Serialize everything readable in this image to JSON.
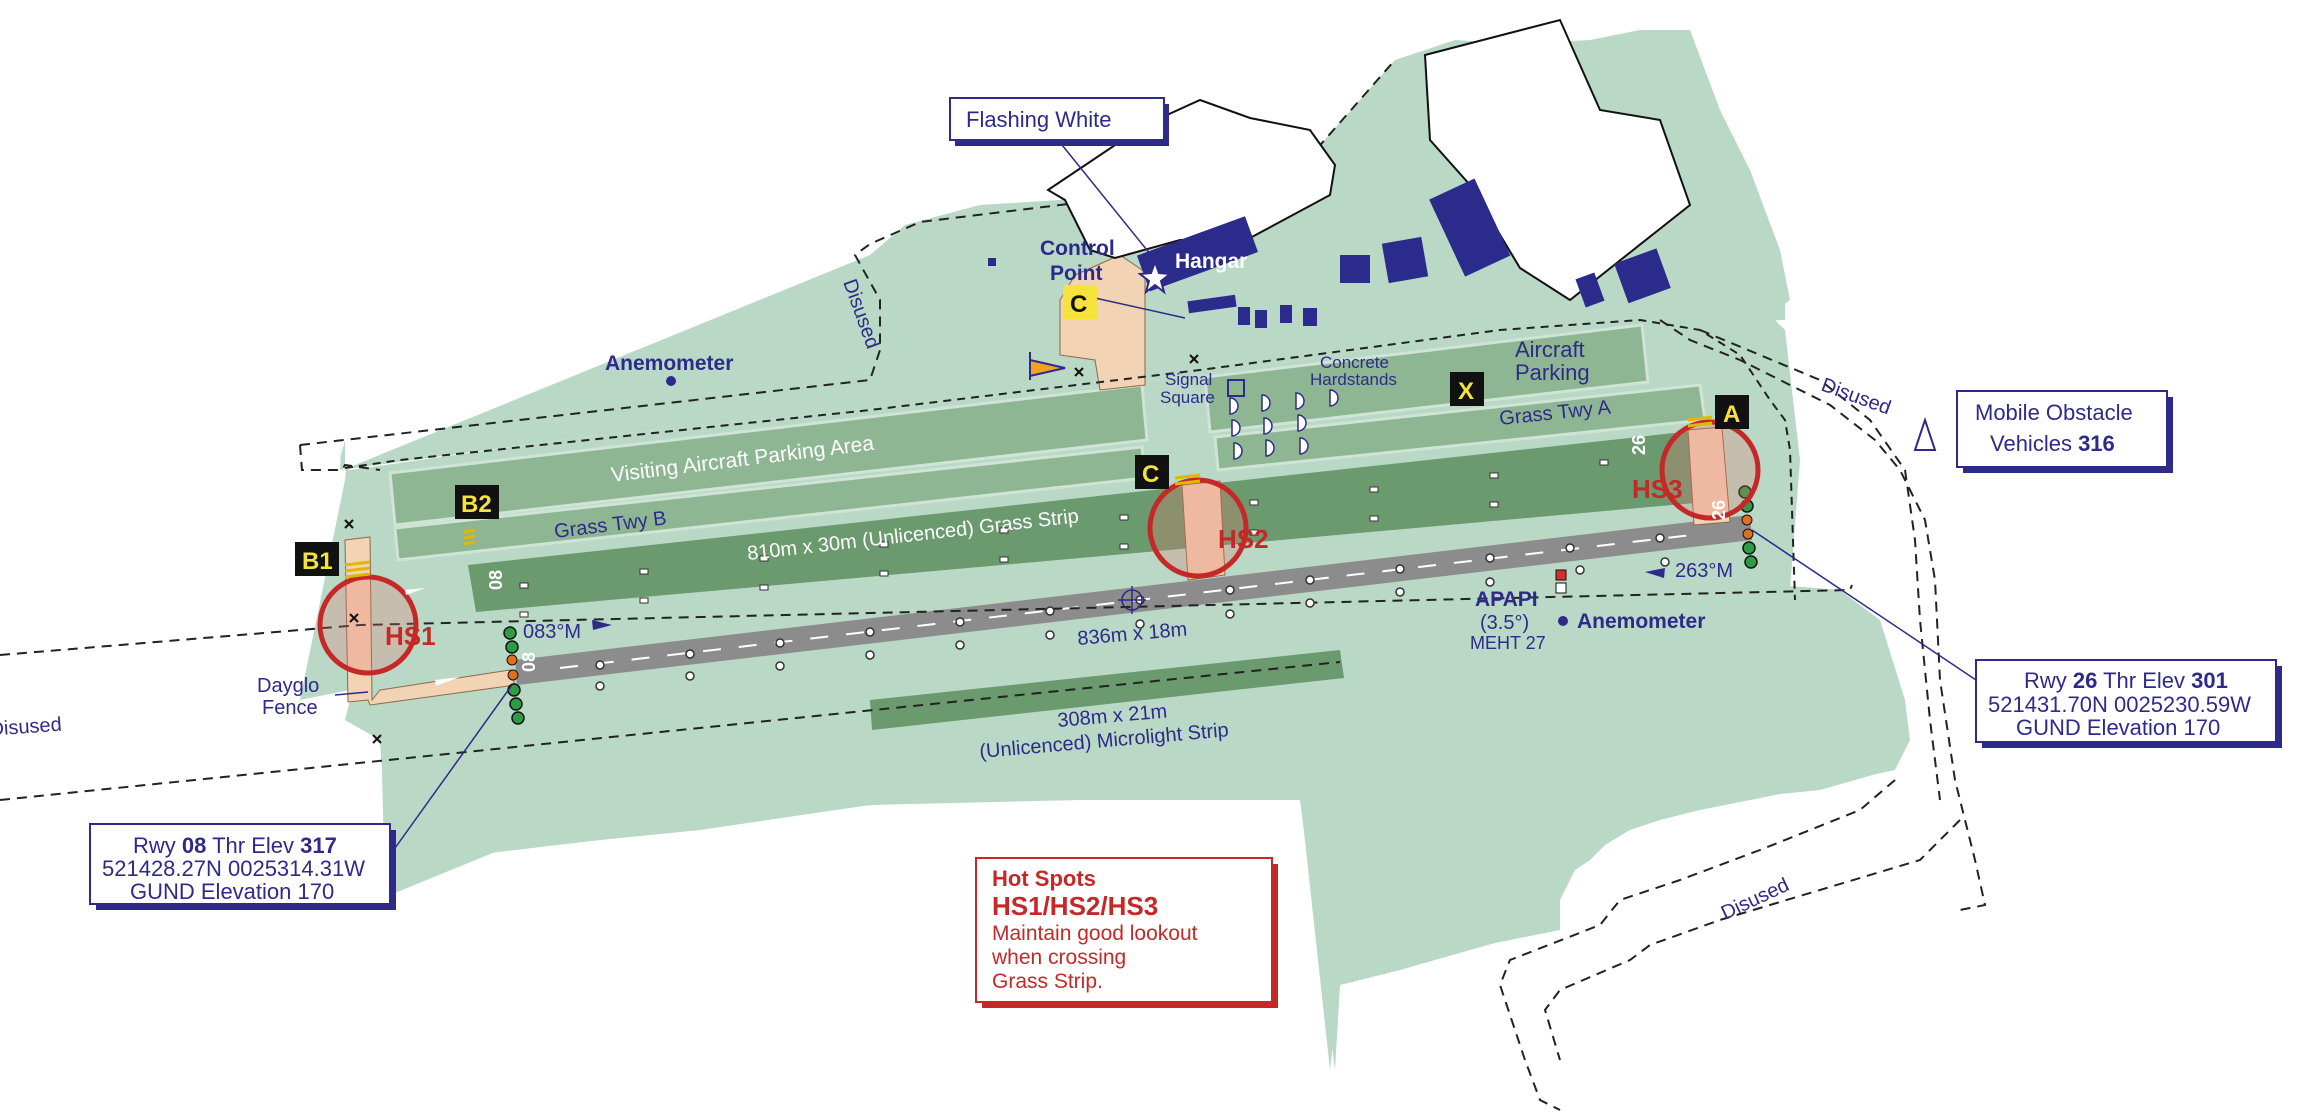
{
  "labels": {
    "flashing_white": "Flashing White",
    "control_point_1": "Control",
    "control_point_2": "Point",
    "hangar": "Hangar",
    "disused_nw": "Disused",
    "disused_ne": "Disused",
    "disused_w": "Disused",
    "disused_se": "Disused",
    "anemometer_north": "Anemometer",
    "anemometer_south": "Anemometer",
    "signal_square_1": "Signal",
    "signal_square_2": "Square",
    "concrete_hardstands_1": "Concrete",
    "concrete_hardstands_2": "Hardstands",
    "aircraft_parking_1": "Aircraft",
    "aircraft_parking_2": "Parking",
    "visiting_parking": "Visiting Aircraft Parking Area",
    "grass_twy_a": "Grass Twy A",
    "grass_twy_b": "Grass Twy B",
    "grass_strip": "810m x 30m (Unlicenced) Grass Strip",
    "runway_dims": "836m x 18m",
    "microlight_1": "308m x 21m",
    "microlight_2": "(Unlicenced) Microlight Strip",
    "dayglo_1": "Dayglo",
    "dayglo_2": "Fence",
    "apapi": "APAPI",
    "apapi_angle": "(3.5°)",
    "meht": "MEHT 27",
    "hdg_083": "083°M",
    "hdg_263": "263°M",
    "rwy_08_main": "08",
    "rwy_26_main": "26",
    "rwy_08_grass": "08",
    "rwy_26_grass": "26"
  },
  "taxiway_tags": {
    "a": "A",
    "b1": "B1",
    "b2": "B2",
    "c_north": "C",
    "c_strip": "C",
    "x": "X"
  },
  "hot_spot_labels": {
    "hs1": "HS1",
    "hs2": "HS2",
    "hs3": "HS3"
  },
  "mobile_obstacle": {
    "line1": "Mobile Obstacle",
    "line2_prefix": "Vehicles ",
    "line2_value": "316"
  },
  "rwy08_box": {
    "prefix": "Rwy ",
    "rwy": "08",
    "mid": " Thr Elev ",
    "elev": "317",
    "coords": "521428.27N 0025314.31W",
    "gund": "GUND Elevation 170"
  },
  "rwy26_box": {
    "prefix": "Rwy ",
    "rwy": "26",
    "mid": " Thr Elev ",
    "elev": "301",
    "coords": "521431.70N 0025230.59W",
    "gund": "GUND Elevation 170"
  },
  "hot_spots_box": {
    "title": "Hot Spots",
    "subtitle": "HS1/HS2/HS3",
    "line1": "Maintain good lookout",
    "line2": "when crossing",
    "line3": "Grass Strip."
  },
  "colors": {
    "grass": "#b9d8c5",
    "strip": "#6a9a6e",
    "parking": "#8eb693",
    "runway": "#8c8c8c",
    "buildings": "#2b2b8c",
    "text_blue": "#2e2a8a",
    "hot_spot_red": "#c62828",
    "taxiway_sand": "#f2d3b3",
    "tag_yellow": "#f5e23a"
  }
}
